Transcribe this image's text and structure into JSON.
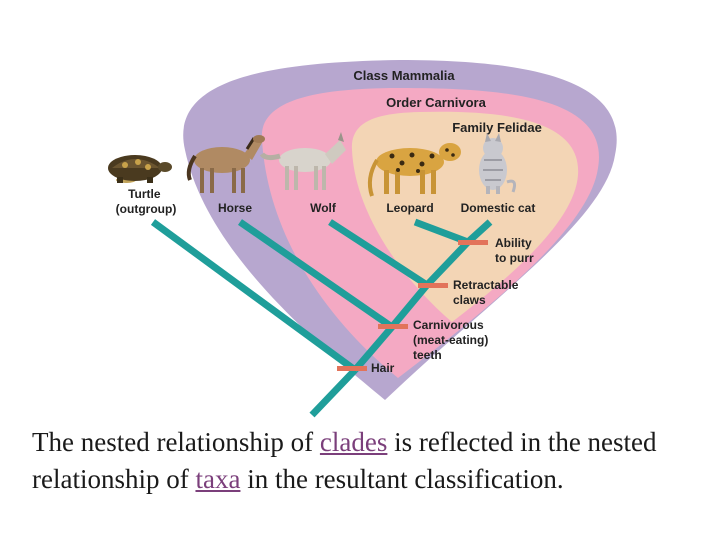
{
  "diagram": {
    "groups": {
      "mammalia": "Class Mammalia",
      "carnivora": "Order Carnivora",
      "felidae": "Family Felidae"
    },
    "taxa": {
      "turtle": [
        "Turtle",
        "(outgroup)"
      ],
      "horse": "Horse",
      "wolf": "Wolf",
      "leopard": "Leopard",
      "cat": "Domestic cat"
    },
    "traits": {
      "purr": [
        "Ability",
        "to purr"
      ],
      "claws": [
        "Retractable",
        "claws"
      ],
      "carnivorous": [
        "Carnivorous",
        "(meat-eating)",
        "teeth"
      ],
      "hair": "Hair"
    },
    "colors": {
      "mammalia": "#b7a7cf",
      "carnivora": "#f4a9c3",
      "felidae": "#f3d5b5",
      "branch": "#1f9e9a",
      "trait_marker": "#e2735a"
    }
  },
  "caption": {
    "part1": "The nested relationship of ",
    "term1": "clades",
    "part2": " is reflected in the nested relationship of ",
    "term2": "taxa",
    "part3": " in the resultant classification."
  }
}
